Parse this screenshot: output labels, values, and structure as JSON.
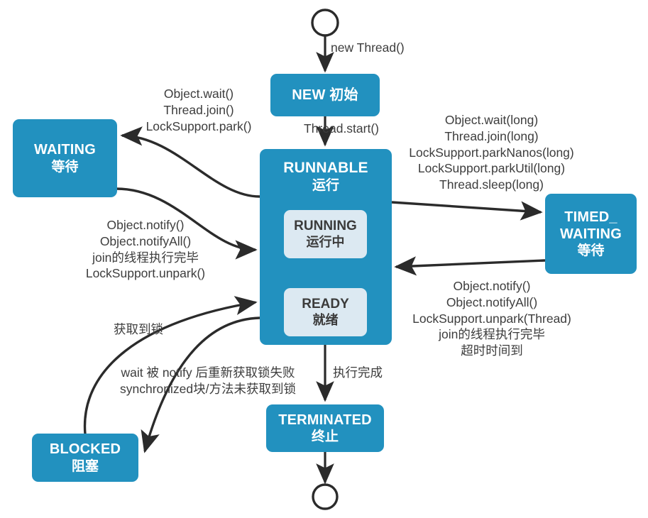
{
  "diagram": {
    "title": "Java Thread State Transition Diagram",
    "colors": {
      "node_fill": "#2291bf",
      "subnode_fill": "#dce9f2",
      "edge_stroke": "#2b2b2b",
      "inner_arrow": "#f6f06a",
      "text_on_node": "#ffffff",
      "text_label": "#3d3d3d",
      "background": "#ffffff"
    }
  },
  "nodes": {
    "start": {
      "name": "start-terminal",
      "shape": "circle"
    },
    "new": {
      "en": "NEW",
      "cn": "初始",
      "inline": "NEW 初始"
    },
    "runnable": {
      "en": "RUNNABLE",
      "cn": "运行"
    },
    "running": {
      "en": "RUNNING",
      "cn": "运行中"
    },
    "ready": {
      "en": "READY",
      "cn": "就绪"
    },
    "waiting": {
      "en": "WAITING",
      "cn": "等待"
    },
    "timed_waiting": {
      "en_line1": "TIMED_",
      "en_line2": "WAITING",
      "cn": "等待"
    },
    "blocked": {
      "en": "BLOCKED",
      "cn": "阻塞"
    },
    "terminated": {
      "en": "TERMINATED",
      "cn": "终止"
    },
    "end": {
      "name": "end-terminal",
      "shape": "circle"
    }
  },
  "edges": {
    "start_to_new": {
      "label": "new Thread()"
    },
    "new_to_runnable": {
      "label": "Thread.start()"
    },
    "runnable_to_waiting": {
      "lines": [
        "Object.wait()",
        "Thread.join()",
        "LockSupport.park()"
      ]
    },
    "waiting_to_runnable": {
      "lines": [
        "Object.notify()",
        "Object.notifyAll()",
        "join的线程执行完毕",
        "LockSupport.unpark()"
      ]
    },
    "runnable_to_timed_waiting": {
      "lines": [
        "Object.wait(long)",
        "Thread.join(long)",
        "LockSupport.parkNanos(long)",
        "LockSupport.parkUtil(long)",
        "Thread.sleep(long)"
      ]
    },
    "timed_waiting_to_runnable": {
      "lines": [
        "Object.notify()",
        "Object.notifyAll()",
        "LockSupport.unpark(Thread)",
        "join的线程执行完毕",
        "超时时间到"
      ]
    },
    "blocked_to_runnable": {
      "label": "获取到锁"
    },
    "runnable_to_blocked": {
      "lines": [
        "wait 被 notify 后重新获取锁失败",
        "synchronized块/方法未获取到锁"
      ]
    },
    "runnable_to_terminated": {
      "label": "执行完成"
    },
    "running_to_ready": {
      "label": ""
    },
    "ready_to_running": {
      "label": ""
    }
  }
}
